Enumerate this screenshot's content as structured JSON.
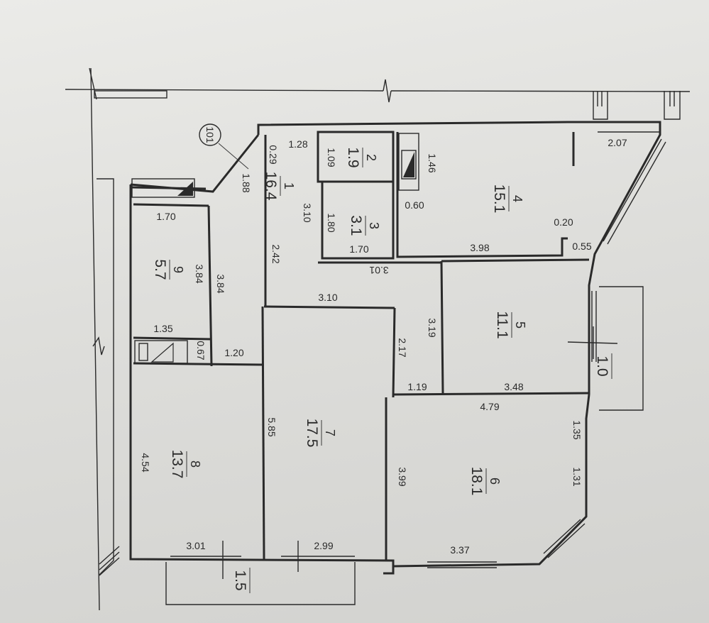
{
  "plan": {
    "marker": "101",
    "marker_dim": "1.88",
    "rooms": [
      {
        "id": "r1",
        "number": "1",
        "area": "16.4"
      },
      {
        "id": "r2",
        "number": "2",
        "area": "1.9"
      },
      {
        "id": "r3",
        "number": "3",
        "area": "3.1"
      },
      {
        "id": "r4",
        "number": "4",
        "area": "15.1"
      },
      {
        "id": "r5",
        "number": "5",
        "area": "11.1"
      },
      {
        "id": "r6",
        "number": "6",
        "area": "18.1"
      },
      {
        "id": "r7",
        "number": "7",
        "area": "17.5"
      },
      {
        "id": "r8",
        "number": "8",
        "area": "13.7"
      },
      {
        "id": "r9",
        "number": "9",
        "area": "5.7"
      }
    ],
    "balconies": [
      {
        "id": "b1",
        "area": "1.0"
      },
      {
        "id": "b2",
        "area": "1.5"
      }
    ],
    "dimensions": {
      "d_128": "1.28",
      "d_029": "0.29",
      "d_109": "1.09",
      "d_146": "1.46",
      "d_207": "2.07",
      "d_310a": "3.10",
      "d_180": "1.80",
      "d_060": "0.60",
      "d_170a": "1.70",
      "d_170b": "1.70",
      "d_020": "0.20",
      "d_055": "0.55",
      "d_398": "3.98",
      "d_242": "2.42",
      "d_301a": "3.01",
      "d_384a": "3.84",
      "d_384b": "3.84",
      "d_310b": "3.10",
      "d_319": "3.19",
      "d_217": "2.17",
      "d_135a": "1.35",
      "d_067": "0.67",
      "d_120": "1.20",
      "d_119": "1.19",
      "d_348": "3.48",
      "d_479": "4.79",
      "d_135b": "1.35",
      "d_585": "5.85",
      "d_454": "4.54",
      "d_399": "3.99",
      "d_131": "1.31",
      "d_301b": "3.01",
      "d_299": "2.99",
      "d_337": "3.37"
    }
  }
}
